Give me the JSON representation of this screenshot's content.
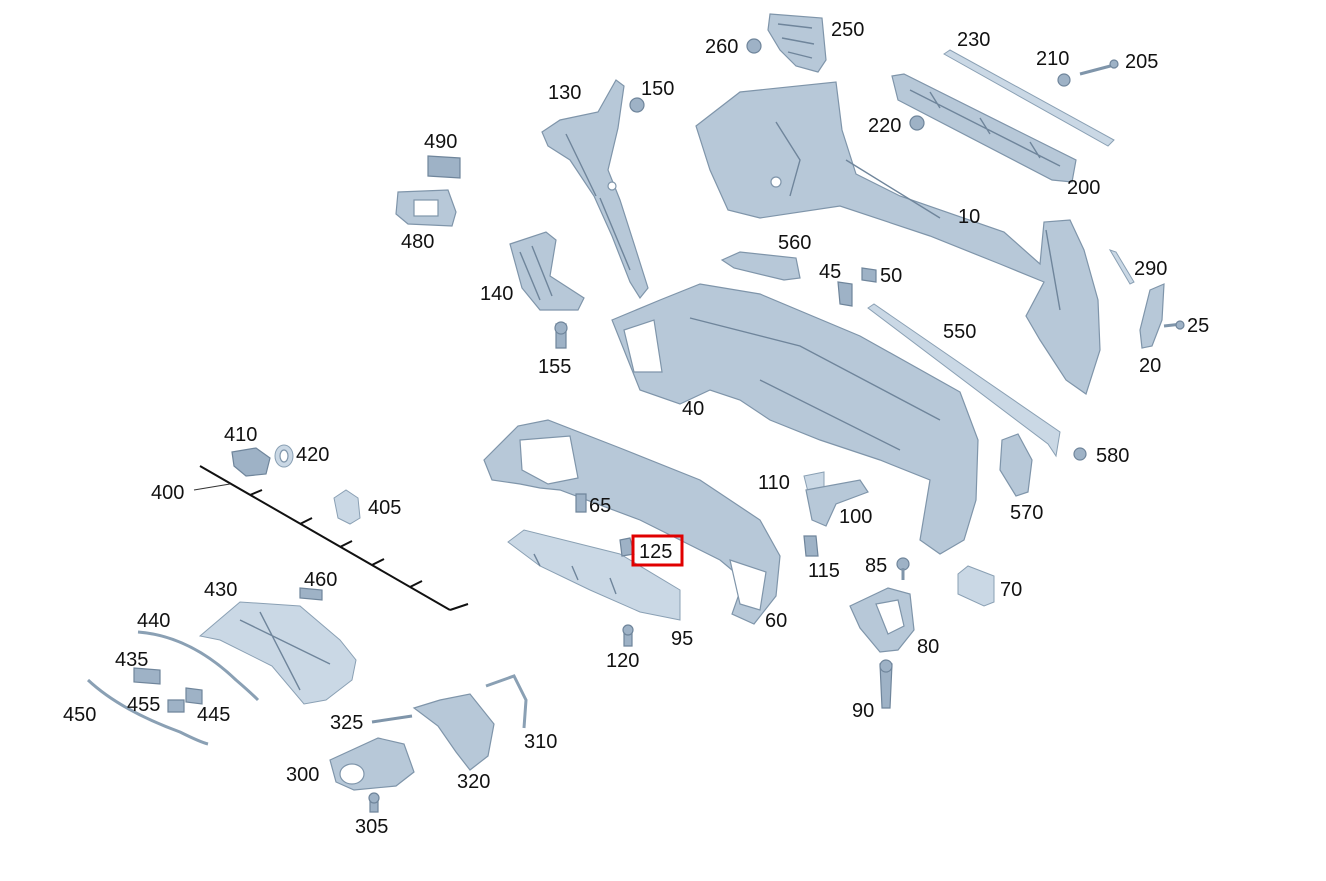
{
  "diagram": {
    "highlight": {
      "label": "125",
      "color": "#e00000"
    },
    "callouts": [
      {
        "id": "250",
        "text": "250"
      },
      {
        "id": "260",
        "text": "260"
      },
      {
        "id": "230",
        "text": "230"
      },
      {
        "id": "210",
        "text": "210"
      },
      {
        "id": "205",
        "text": "205"
      },
      {
        "id": "130",
        "text": "130"
      },
      {
        "id": "150",
        "text": "150"
      },
      {
        "id": "220",
        "text": "220"
      },
      {
        "id": "490",
        "text": "490"
      },
      {
        "id": "200",
        "text": "200"
      },
      {
        "id": "480",
        "text": "480"
      },
      {
        "id": "10",
        "text": "10"
      },
      {
        "id": "560",
        "text": "560"
      },
      {
        "id": "45",
        "text": "45"
      },
      {
        "id": "50",
        "text": "50"
      },
      {
        "id": "290",
        "text": "290"
      },
      {
        "id": "140",
        "text": "140"
      },
      {
        "id": "25",
        "text": "25"
      },
      {
        "id": "550",
        "text": "550"
      },
      {
        "id": "155",
        "text": "155"
      },
      {
        "id": "20",
        "text": "20"
      },
      {
        "id": "40",
        "text": "40"
      },
      {
        "id": "410",
        "text": "410"
      },
      {
        "id": "420",
        "text": "420"
      },
      {
        "id": "580",
        "text": "580"
      },
      {
        "id": "400",
        "text": "400"
      },
      {
        "id": "110",
        "text": "110"
      },
      {
        "id": "65",
        "text": "65"
      },
      {
        "id": "405",
        "text": "405"
      },
      {
        "id": "570",
        "text": "570"
      },
      {
        "id": "100",
        "text": "100"
      },
      {
        "id": "125",
        "text": "125"
      },
      {
        "id": "115",
        "text": "115"
      },
      {
        "id": "85",
        "text": "85"
      },
      {
        "id": "430",
        "text": "430"
      },
      {
        "id": "460",
        "text": "460"
      },
      {
        "id": "70",
        "text": "70"
      },
      {
        "id": "60",
        "text": "60"
      },
      {
        "id": "95",
        "text": "95"
      },
      {
        "id": "440",
        "text": "440"
      },
      {
        "id": "80",
        "text": "80"
      },
      {
        "id": "120",
        "text": "120"
      },
      {
        "id": "435",
        "text": "435"
      },
      {
        "id": "450",
        "text": "450"
      },
      {
        "id": "455",
        "text": "455"
      },
      {
        "id": "445",
        "text": "445"
      },
      {
        "id": "90",
        "text": "90"
      },
      {
        "id": "325",
        "text": "325"
      },
      {
        "id": "310",
        "text": "310"
      },
      {
        "id": "300",
        "text": "300"
      },
      {
        "id": "320",
        "text": "320"
      },
      {
        "id": "305",
        "text": "305"
      }
    ]
  }
}
